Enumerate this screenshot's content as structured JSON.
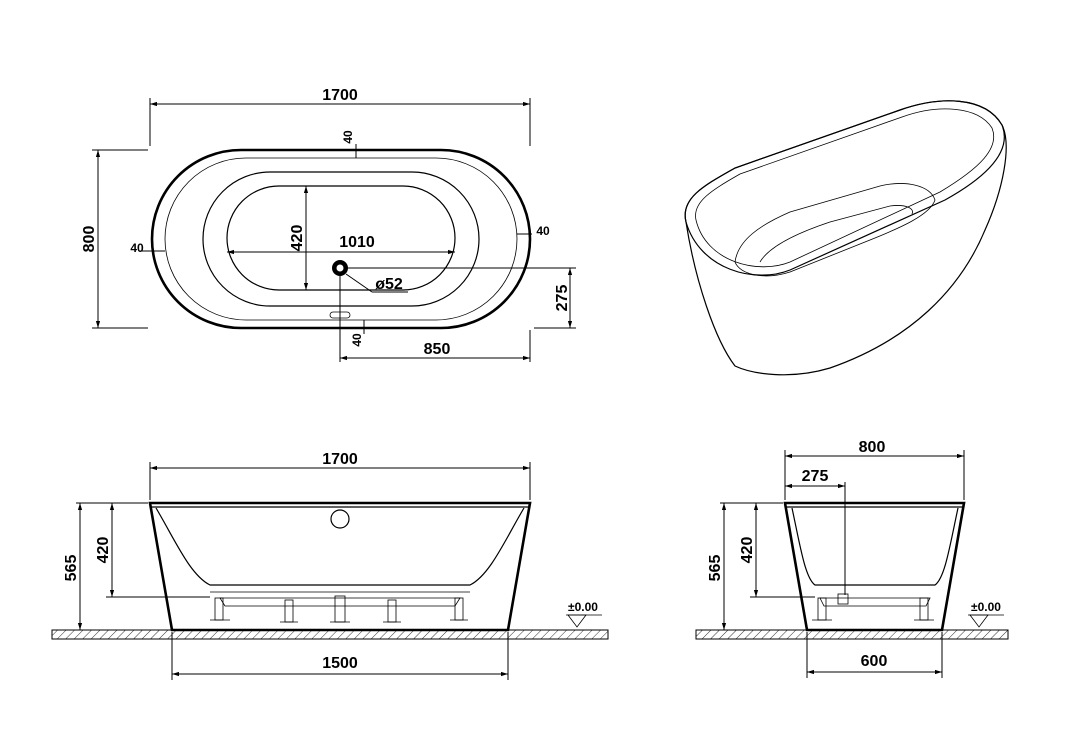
{
  "top_view": {
    "overall_length": "1700",
    "overall_width": "800",
    "rim_top": "40",
    "rim_left": "40",
    "rim_right": "40",
    "rim_bottom": "40",
    "inner_width": "420",
    "inner_length": "1010",
    "drain_diameter": "ø52",
    "drain_offset_y": "275",
    "drain_offset_x": "850"
  },
  "front_view": {
    "overall_length": "1700",
    "total_height": "565",
    "inner_depth": "420",
    "base_length": "1500",
    "floor_level": "±0.00"
  },
  "side_view": {
    "overall_width": "800",
    "drain_offset": "275",
    "total_height": "565",
    "inner_depth": "420",
    "base_width": "600",
    "floor_level": "±0.00"
  }
}
